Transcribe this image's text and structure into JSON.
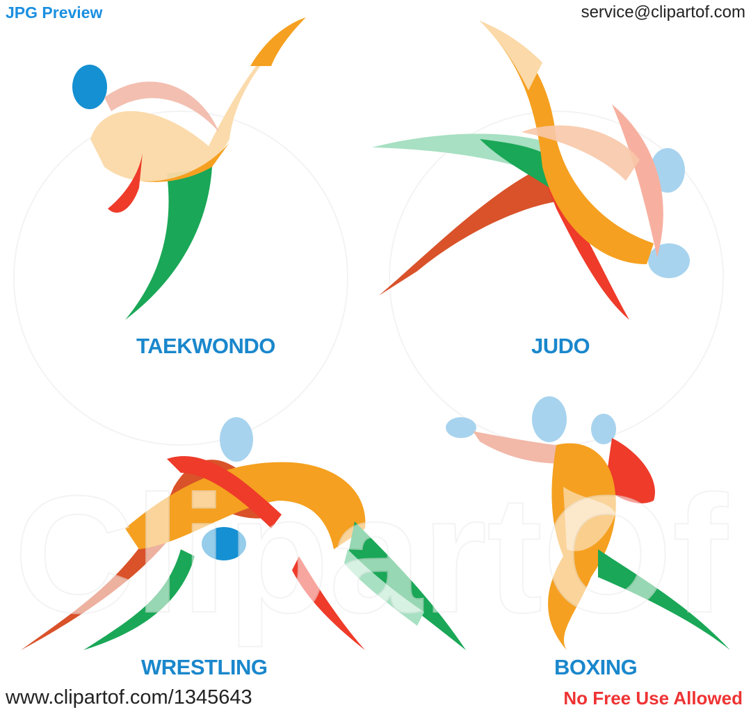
{
  "header": {
    "preview_label": "JPG Preview",
    "email": "service@clipartof.com"
  },
  "sports": [
    {
      "label": "TAEKWONDO"
    },
    {
      "label": "JUDO"
    },
    {
      "label": "WRESTLING"
    },
    {
      "label": "BOXING"
    }
  ],
  "watermark": {
    "text": "ClipartOf"
  },
  "footer": {
    "url": "www.clipartof.com/1345643",
    "notice": "No Free Use Allowed"
  },
  "colors": {
    "blue": "#1a87cc",
    "orange": "#f5a020",
    "green": "#1aa757",
    "red": "#ee3b2a",
    "peach": "#fbd9a8",
    "light_blue": "#a7d3ee",
    "notice_red": "#ee3333"
  }
}
